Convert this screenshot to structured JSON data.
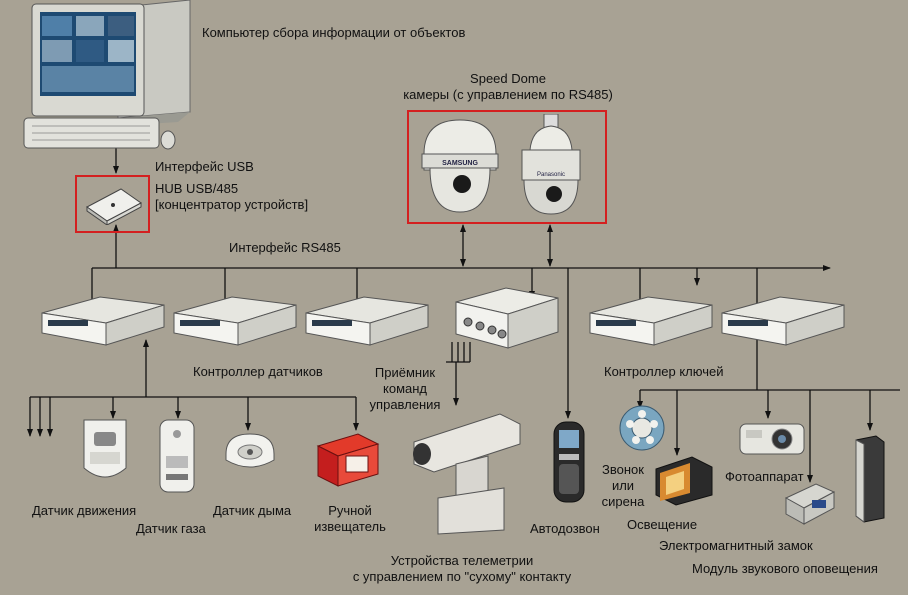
{
  "computer": {
    "label": "Компьютер сбора информации от объектов"
  },
  "speed_dome": {
    "line1": "Speed Dome",
    "line2": "камеры (с управлением по RS485)",
    "brand_left": "SAMSUNG",
    "brand_right": "Panasonic"
  },
  "usb": {
    "interface_label": "Интерфейс USB",
    "hub_line1": "HUB USB/485",
    "hub_line2": "[концентратор устройств]"
  },
  "rs485": {
    "label": "Интерфейс RS485"
  },
  "sensor_controller": {
    "label": "Контроллер датчиков"
  },
  "receiver": {
    "line1": "Приёмник",
    "line2": "команд",
    "line3": "управления"
  },
  "key_controller": {
    "label": "Контроллер ключей"
  },
  "sensors": {
    "motion": "Датчик движения",
    "gas": "Датчик газа",
    "smoke": "Датчик дыма",
    "manual_line1": "Ручной",
    "manual_line2": "извещатель"
  },
  "telemetry": {
    "line1": "Устройства телеметрии",
    "line2": "с управлением по \"сухому\" контакту"
  },
  "autodial": {
    "label": "Автодозвон"
  },
  "bell": {
    "line1": "Звонок",
    "line2": "или",
    "line3": "сирена"
  },
  "lighting": {
    "label": "Освещение"
  },
  "camera_photo": {
    "label": "Фотоаппарат"
  },
  "lock": {
    "label": "Электромагнитный замок"
  },
  "audio": {
    "label": "Модуль звукового оповещения"
  },
  "colors": {
    "background": "#a8a294",
    "highlight": "#d42020",
    "wire": "#111111"
  }
}
